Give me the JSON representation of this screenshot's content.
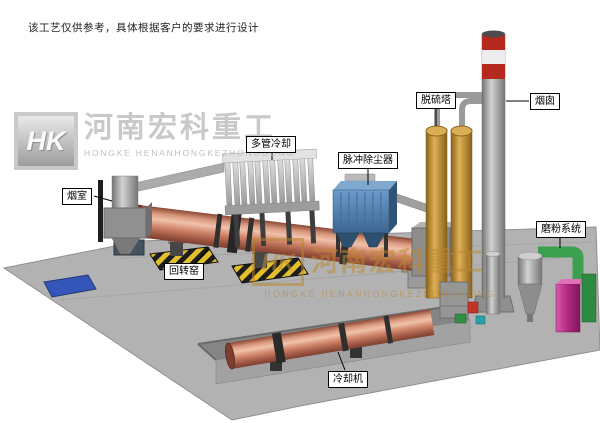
{
  "disclaimer": "该工艺仅供参考，具体根据客户的要求进行设计",
  "brand": {
    "abbr": "HK",
    "name": "河南宏科重工",
    "latin": "HONGKE HENANHONGKEZHONGGONG"
  },
  "labels": {
    "smoke_chamber": "烟室",
    "rotary_kiln": "回转窑",
    "multi_tube_cooler": "多管冷却",
    "pulse_dust_collector": "脉冲除尘器",
    "desulfurization_tower": "脱硫塔",
    "chimney": "烟囱",
    "grinding_system": "磨粉系统",
    "cooling_machine": "冷却机"
  },
  "colors": {
    "kiln_salmon": "#cf8266",
    "platform_gray": "#b2b2b2",
    "dust_collector_blue": "#4d7fae",
    "tower_tan": "#c08a2e",
    "chimney_red": "#b5291e",
    "hazard_yellow": "#e2c02c",
    "grinding_magenta": "#b02781",
    "duct_green": "#3aa04f",
    "pad_blue": "#3356b8",
    "watermark_gray": "#c6c6c6",
    "watermark_orange": "#b9852e"
  }
}
